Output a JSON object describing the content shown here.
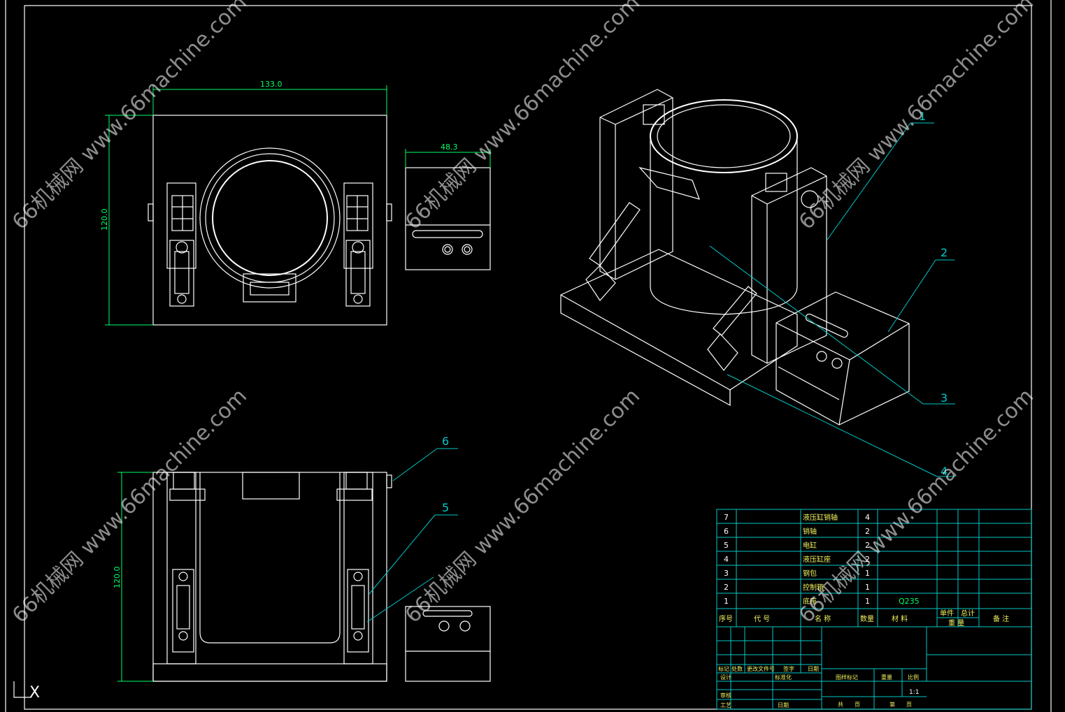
{
  "views": {
    "top": {
      "width_dim": "133.0",
      "height_dim": "120.0"
    },
    "side": {
      "width_dim": "48.3"
    },
    "front": {
      "height_dim": "120.0"
    }
  },
  "part_tags": [
    "1",
    "2",
    "3",
    "4",
    "5",
    "6"
  ],
  "bom": {
    "header": {
      "seq": "序号",
      "code": "代 号",
      "name": "名 称",
      "qty": "数量",
      "material": "材 料",
      "unit_weight": "单件",
      "total_weight": "总计",
      "weight": "重 量",
      "note": "备 注"
    },
    "rows": [
      {
        "seq": "7",
        "name": "液压缸销轴",
        "qty": "4",
        "material": ""
      },
      {
        "seq": "6",
        "name": "销轴",
        "qty": "2",
        "material": ""
      },
      {
        "seq": "5",
        "name": "电缸",
        "qty": "2",
        "material": ""
      },
      {
        "seq": "4",
        "name": "液压缸座",
        "qty": "2",
        "material": ""
      },
      {
        "seq": "3",
        "name": "钢包",
        "qty": "1",
        "material": ""
      },
      {
        "seq": "2",
        "name": "控制箱",
        "qty": "1",
        "material": ""
      },
      {
        "seq": "1",
        "name": "底座",
        "qty": "1",
        "material": "Q235"
      }
    ]
  },
  "title_block": {
    "labels": {
      "mark": "标记",
      "count": "处数",
      "change_doc": "更改文件号",
      "sign": "签字",
      "date": "日期",
      "design": "设计",
      "standard": "标准化",
      "stage": "图样标记",
      "weight": "重量",
      "scale": "比例",
      "review": "审核",
      "process": "工艺",
      "approve": "日期",
      "sheets_total": "共",
      "sheets_unit": "页",
      "sheet_no": "第",
      "sheet_unit": "页"
    },
    "scale_value": "1:1"
  },
  "watermark": {
    "text": "66机械网 www.66machine.com"
  },
  "ucs_label": "X"
}
